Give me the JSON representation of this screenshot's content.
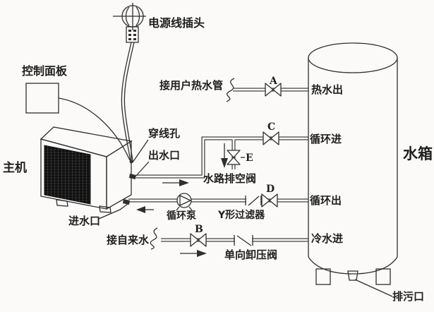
{
  "diagram": {
    "title_hint": "heat-pump water heater installation schematic",
    "labels": {
      "power_plug": "电源线插头",
      "control_panel": "控制面板",
      "main_unit": "主机",
      "wire_hole": "穿线孔",
      "water_outlet": "出水口",
      "water_inlet": "进水口",
      "hot_water_pipe": "接用户热水管",
      "drain_air_valve": "水路排空阀",
      "circulation_pump": "循环泵",
      "y_filter": "Y形过滤器",
      "tap_water": "接自来水",
      "relief_valve": "单向卸压阀",
      "hot_water_out": "热水出",
      "circulation_in": "循环进",
      "circulation_out": "循环出",
      "cold_water_in": "冷水进",
      "water_tank": "水箱",
      "drain_port": "排污口"
    },
    "valve_labels": {
      "a": "A",
      "b": "B",
      "c": "C",
      "d": "D",
      "e": "E"
    },
    "colors": {
      "line": "#2f2f2f",
      "text": "#1f1f1f",
      "grille_fill": "#1a1a1a",
      "background": "#fbfaf8"
    }
  }
}
